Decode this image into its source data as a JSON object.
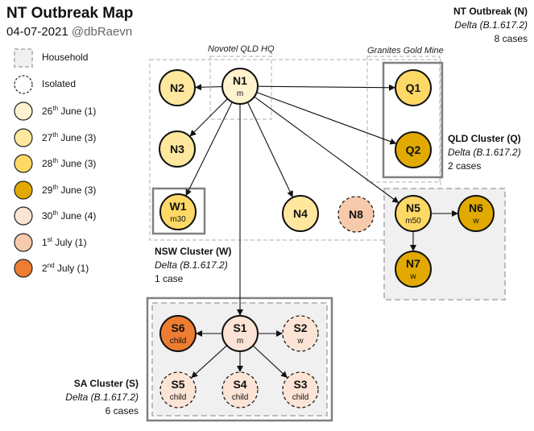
{
  "header": {
    "title": "NT Outbreak Map",
    "date": "04-07-2021",
    "handle": "@dbRaevn"
  },
  "legend": {
    "items": [
      {
        "kind": "household",
        "label": "Household"
      },
      {
        "kind": "isolated",
        "label": "Isolated"
      },
      {
        "kind": "date",
        "day": "26",
        "sup": "th",
        "month": " June (1)",
        "color": "#fff3cf"
      },
      {
        "kind": "date",
        "day": "27",
        "sup": "th",
        "month": " June (3)",
        "color": "#ffe79e"
      },
      {
        "kind": "date",
        "day": "28",
        "sup": "th",
        "month": " June (3)",
        "color": "#ffd966"
      },
      {
        "kind": "date",
        "day": "29",
        "sup": "th",
        "month": " June (3)",
        "color": "#e2aa00"
      },
      {
        "kind": "date",
        "day": "30",
        "sup": "th",
        "month": " June (4)",
        "color": "#fbe4d5"
      },
      {
        "kind": "date",
        "day": "1",
        "sup": "st",
        "month": " July (1)",
        "color": "#f7caac"
      },
      {
        "kind": "date",
        "day": "2",
        "sup": "nd",
        "month": " July (1)",
        "color": "#ed7d31"
      }
    ]
  },
  "clusters": {
    "nt": {
      "name": "NT Outbreak (N)",
      "strain": "Delta (B.1.617.2)",
      "cases": "8 cases"
    },
    "qld": {
      "name": "QLD Cluster (Q)",
      "strain": "Delta (B.1.617.2)",
      "cases": "2 cases"
    },
    "nsw": {
      "name": "NSW Cluster (W)",
      "strain": "Delta (B.1.617.2)",
      "cases": "1 case"
    },
    "sa": {
      "name": "SA Cluster (S)",
      "strain": "Delta (B.1.617.2)",
      "cases": "6 cases"
    }
  },
  "locations": {
    "novotel": "Novotel QLD HQ",
    "granites": "Granites Gold Mine"
  },
  "nodes": [
    {
      "id": "N1",
      "sub": "m",
      "color": "#fff3cf",
      "isolated": false
    },
    {
      "id": "N2",
      "sub": "",
      "color": "#ffe79e",
      "isolated": false
    },
    {
      "id": "N3",
      "sub": "",
      "color": "#ffe79e",
      "isolated": false
    },
    {
      "id": "N4",
      "sub": "",
      "color": "#ffe79e",
      "isolated": false
    },
    {
      "id": "N8",
      "sub": "",
      "color": "#f7caac",
      "isolated": true
    },
    {
      "id": "N5",
      "sub": "m50",
      "color": "#ffd966",
      "isolated": false
    },
    {
      "id": "N6",
      "sub": "w",
      "color": "#e2aa00",
      "isolated": false
    },
    {
      "id": "N7",
      "sub": "w",
      "color": "#e2aa00",
      "isolated": false
    },
    {
      "id": "Q1",
      "sub": "",
      "color": "#ffd966",
      "isolated": false
    },
    {
      "id": "Q2",
      "sub": "",
      "color": "#e2aa00",
      "isolated": false
    },
    {
      "id": "W1",
      "sub": "m30",
      "color": "#ffd966",
      "isolated": false
    },
    {
      "id": "S1",
      "sub": "m",
      "color": "#fbe4d5",
      "isolated": false
    },
    {
      "id": "S2",
      "sub": "w",
      "color": "#fbe4d5",
      "isolated": true
    },
    {
      "id": "S3",
      "sub": "child",
      "color": "#fbe4d5",
      "isolated": true
    },
    {
      "id": "S4",
      "sub": "child",
      "color": "#fbe4d5",
      "isolated": true
    },
    {
      "id": "S5",
      "sub": "child",
      "color": "#fbe4d5",
      "isolated": true
    },
    {
      "id": "S6",
      "sub": "child",
      "color": "#ed7d31",
      "isolated": false
    }
  ],
  "edges": [
    [
      "N1",
      "N2"
    ],
    [
      "N1",
      "N3"
    ],
    [
      "N1",
      "W1"
    ],
    [
      "N1",
      "N4"
    ],
    [
      "N1",
      "Q1"
    ],
    [
      "N1",
      "Q2"
    ],
    [
      "N1",
      "N5"
    ],
    [
      "N1",
      "S1"
    ],
    [
      "N5",
      "N6"
    ],
    [
      "N5",
      "N7"
    ],
    [
      "S1",
      "S6"
    ],
    [
      "S1",
      "S2"
    ],
    [
      "S1",
      "S5"
    ],
    [
      "S1",
      "S4"
    ],
    [
      "S1",
      "S3"
    ]
  ]
}
